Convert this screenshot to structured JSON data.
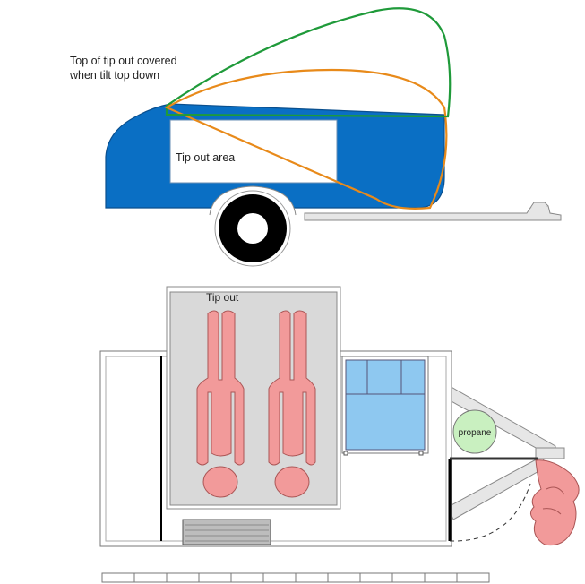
{
  "labels": {
    "covered_line1": "Top of tip out covered",
    "covered_line2": "when tilt top down",
    "tip_out_area": "Tip out area",
    "tip_out": "Tip out",
    "propane": "propane"
  },
  "colors": {
    "body_blue": "#0a6fc4",
    "window_white": "#ffffff",
    "outline_orange": "#e88a1a",
    "outline_green": "#1f9a3a",
    "tip_out_grey": "#d9d9d9",
    "person_pink": "#f29a9a",
    "bed_blue": "#8ec8f0",
    "propane_green": "#c9f0c0",
    "box_grey": "#bdbdbd"
  },
  "icons": [
    "wheel-icon",
    "propane-tank-icon",
    "hitch-icon",
    "person-icon"
  ]
}
